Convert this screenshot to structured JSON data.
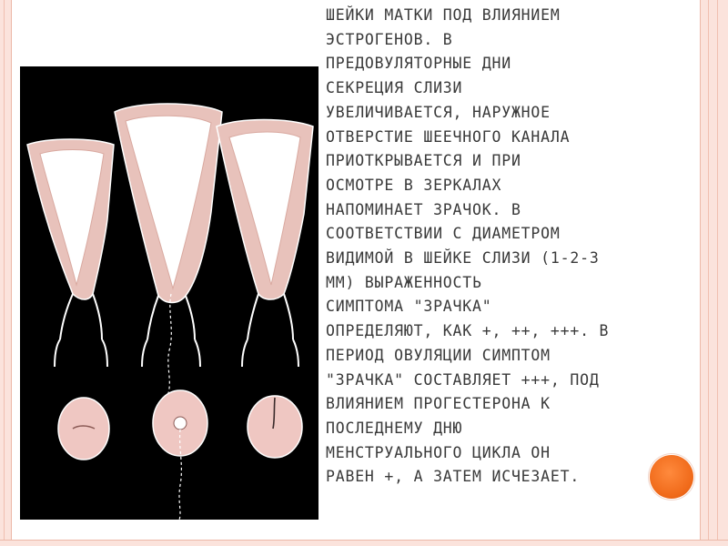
{
  "slide": {
    "lines": [
      "ШЕЙКИ МАТКИ ПОД ВЛИЯНИЕМ",
      "ЭСТРОГЕНОВ. В",
      "ПРЕДОВУЛЯТОРНЫЕ ДНИ",
      "СЕКРЕЦИЯ СЛИЗИ",
      "УВЕЛИЧИВАЕТСЯ, НАРУЖНОЕ",
      "ОТВЕРСТИЕ ШЕЕЧНОГО КАНАЛА",
      "ПРИОТКРЫВАЕТСЯ И ПРИ",
      "ОСМОТРЕ В ЗЕРКАЛАХ",
      "НАПОМИНАЕТ ЗРАЧОК. В",
      "СООТВЕТСТВИИ С ДИАМЕТРОМ",
      "ВИДИМОЙ В ШЕЙКЕ СЛИЗИ (1-2-3",
      "ММ) ВЫРАЖЕННОСТЬ",
      "СИМПТОМА \"ЗРАЧКА\"",
      "ОПРЕДЕЛЯЮТ, КАК +, ++, +++. В",
      "ПЕРИОД ОВУЛЯЦИИ СИМПТОМ",
      "\"ЗРАЧКА\" СОСТАВЛЯЕТ +++, ПОД",
      "ВЛИЯНИЕМ ПРОГЕСТЕРОНА К",
      "ПОСЛЕДНЕМУ ДНЮ",
      "МЕНСТРУАЛЬНОГО ЦИКЛА ОН",
      "РАВЕН +, А ЗАТЕМ ИСЧЕЗАЕТ."
    ]
  },
  "colors": {
    "frame": "#fbe3dc",
    "tissue": "#e8c2bb",
    "mucus": "#ffffff",
    "panel": "#000000",
    "accent": "#f06a1a"
  }
}
